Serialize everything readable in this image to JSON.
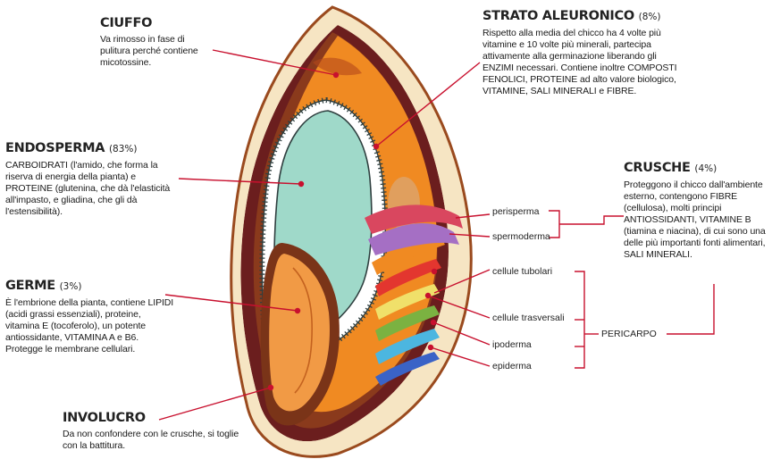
{
  "colors": {
    "husk": "#f6e5c3",
    "husk_outline": "#9a4a1e",
    "crust": "#6b1e1e",
    "endosperm": "#9fd9c9",
    "endosperm_outline": "#2f3f3f",
    "aleurone": "#f08a22",
    "germ": "#f19a45",
    "leader": "#c8102e",
    "layers": [
      "#d9475f",
      "#a56fc4",
      "#f08a22",
      "#e3362f",
      "#f0e06a",
      "#7bb241",
      "#4cb6e0",
      "#3a63c7"
    ]
  },
  "annotations": {
    "ciuffo": {
      "title": "CIUFFO",
      "desc": "Va rimosso in fase di pulitura perché contiene micotossine."
    },
    "strato": {
      "title": "STRATO ALEURONICO",
      "pct": "(8%)",
      "desc": "Rispetto alla media del chicco ha 4 volte più vitamine e 10 volte più minerali, partecipa attivamente alla germinazione liberando gli ENZIMI necessari. Contiene inoltre COMPOSTI FENOLICI, PROTEINE ad alto valore biologico, VITAMINE, SALI MINERALI e FIBRE."
    },
    "endosperma": {
      "title": "ENDOSPERMA",
      "pct": "(83%)",
      "desc": "CARBOIDRATI (l'amido, che forma la riserva di energia della pianta) e PROTEINE (glutenina, che dà l'elasticità all'impasto, e gliadina, che gli dà l'estensibilità)."
    },
    "crusche": {
      "title": "CRUSCHE",
      "pct": "(4%)",
      "desc": "Proteggono il chicco dall'ambiente esterno, contengono FIBRE (cellulosa), molti principi ANTIOSSIDANTI, VITAMINE B (tiamina e niacina), di cui sono una delle più importanti fonti alimentari, SALI MINERALI."
    },
    "germe": {
      "title": "GERME",
      "pct": "(3%)",
      "desc": "È l'embrione della pianta, contiene LIPIDI (acidi grassi essenziali), proteine, vitamina E (tocoferolo), un potente antiossidante, VITAMINA A e B6. Protegge le membrane cellulari."
    },
    "involucro": {
      "title": "INVOLUCRO",
      "desc": "Da non confondere con le crusche, si toglie con la battitura."
    }
  },
  "layer_labels": {
    "perisperma": "perisperma",
    "spermoderma": "spermoderma",
    "cellule_tubolari": "cellule tubolari",
    "cellule_trasversali": "cellule trasversali",
    "ipoderma": "ipoderma",
    "epiderma": "epiderma",
    "pericarpo": "PERICARPO"
  }
}
